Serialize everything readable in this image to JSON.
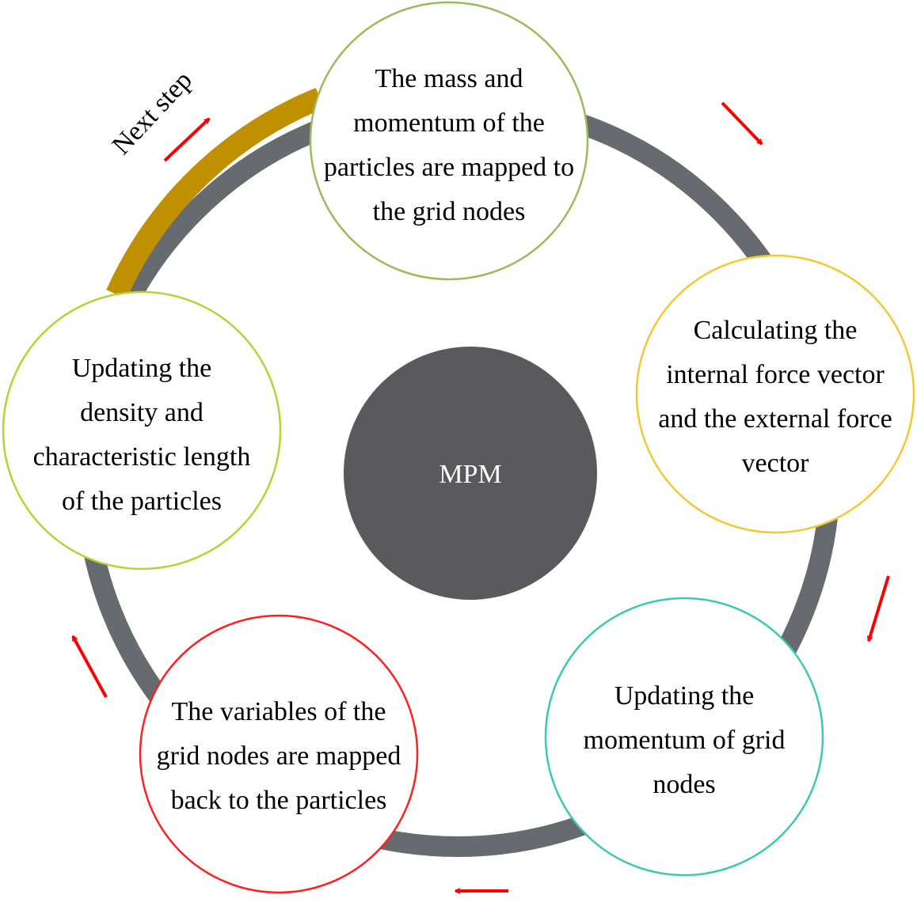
{
  "center": {
    "label": "MPM",
    "color": "#5a595b"
  },
  "cycle": {
    "ring_color": "#676a6e",
    "highlight_color": "#bf9000",
    "arrow_color": "#ff0000",
    "next_label": "Next step"
  },
  "steps": [
    {
      "id": "map-to-grid",
      "lines": [
        "The mass and",
        "momentum of the",
        "particles are mapped to",
        "the grid nodes"
      ],
      "border_color": "#9bbb59"
    },
    {
      "id": "force-vectors",
      "lines": [
        "Calculating the",
        "internal force vector",
        "and the external force",
        "vector"
      ],
      "border_color": "#f2c934"
    },
    {
      "id": "update-momentum",
      "lines": [
        "Updating the",
        "momentum of grid",
        "nodes"
      ],
      "border_color": "#3cc8b4"
    },
    {
      "id": "map-back",
      "lines": [
        "The variables of the",
        "grid nodes are mapped",
        "back to the particles"
      ],
      "border_color": "#ff1f1f"
    },
    {
      "id": "update-density",
      "lines": [
        "Updating the",
        "density and",
        "characteristic length",
        "of the particles"
      ],
      "border_color": "#b5d334"
    }
  ]
}
